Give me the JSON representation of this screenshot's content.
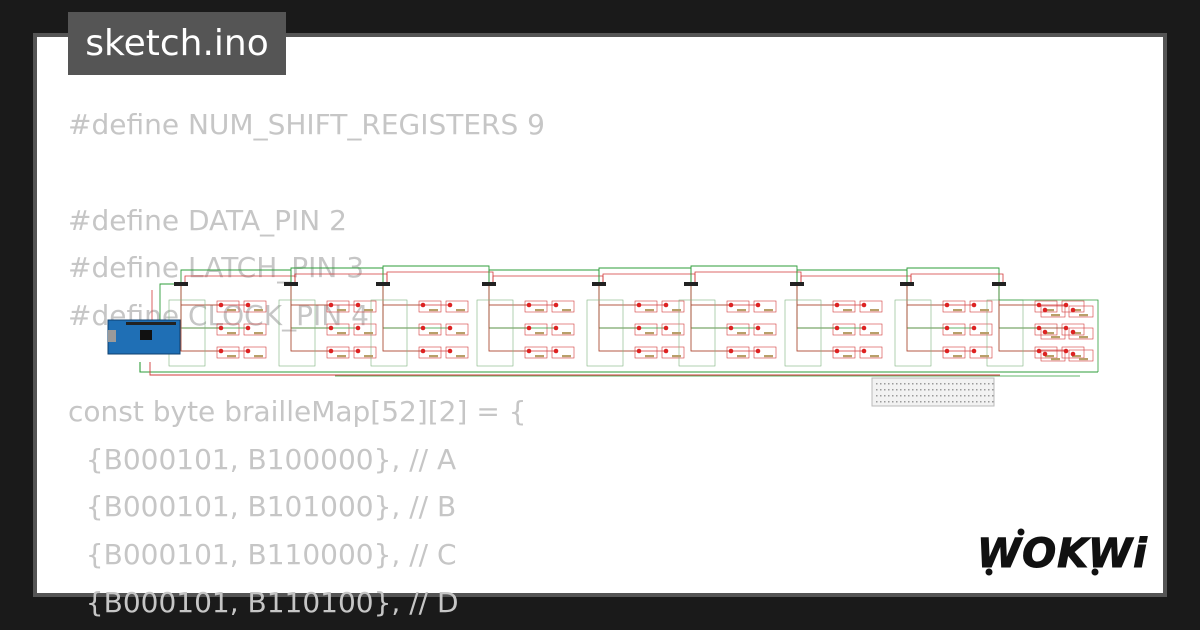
{
  "title": "sketch.ino",
  "code_lines": [
    "#define NUM_SHIFT_REGISTERS 9",
    "",
    "#define DATA_PIN 2",
    "#define LATCH_PIN 3",
    "#define CLOCK_PIN 4",
    "",
    "const byte brailleMap[52][2] = {",
    "  {B000101, B100000}, // A",
    "  {B000101, B101000}, // B",
    "  {B000101, B110000}, // C",
    "  {B000101, B110100}, // D"
  ],
  "logo_text": "WOKWi",
  "colors": {
    "background": "#1a1a1a",
    "frame": "#555555",
    "card": "#ffffff",
    "code_text": "#c6c6c6",
    "wire_green": "#2e9d3a",
    "wire_red": "#d23a3a",
    "board_blue": "#1f6fb5",
    "chip": "#222222"
  },
  "circuit": {
    "shift_register_count": 9,
    "board": "arduino-mega",
    "has_breadboard": true
  }
}
